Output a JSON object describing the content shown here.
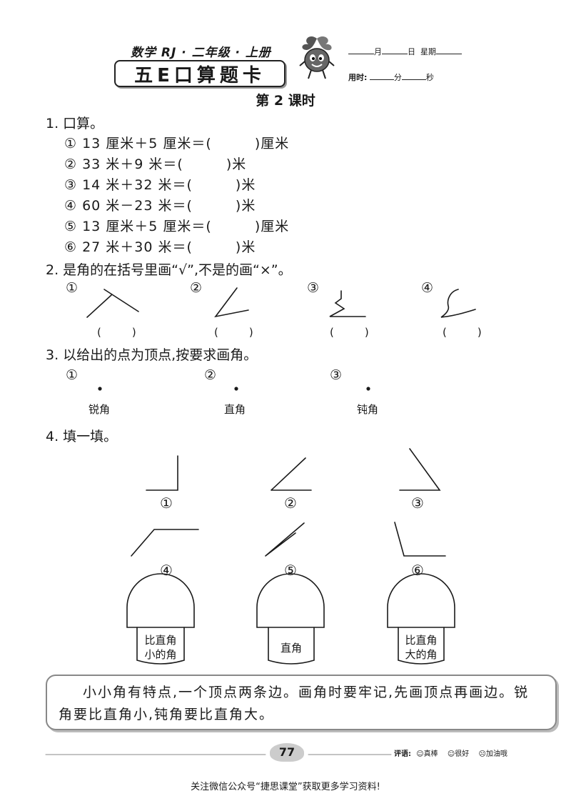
{
  "header": {
    "subtitle": "数学 RJ · 二年级 · 上册",
    "card_title": "五E口算题卡",
    "date_month": "月",
    "date_day": "日",
    "date_week": "星期",
    "time_label": "用时:",
    "time_min": "分",
    "time_sec": "秒"
  },
  "lesson_title": "第 2 课时",
  "q1": {
    "title": "1. 口算。",
    "items": [
      "① 13 厘米＋5 厘米＝(　　　)厘米",
      "② 33 米＋9 米＝(　　　)米",
      "③ 14 米＋32 米＝(　　　)米",
      "④ 60 米－23 米＝(　　　)米",
      "⑤ 13 厘米＋5 厘米＝(　　　)厘米",
      "⑥ 27 米＋30 米＝(　　　)米"
    ]
  },
  "q2": {
    "title": "2. 是角的在括号里画“√”,不是的画“×”。",
    "numbers": [
      "①",
      "②",
      "③",
      "④"
    ],
    "paren": "(　)"
  },
  "q3": {
    "title": "3. 以给出的点为顶点,按要求画角。",
    "numbers": [
      "①",
      "②",
      "③"
    ],
    "labels": [
      "锐角",
      "直角",
      "钝角"
    ]
  },
  "q4": {
    "title": "4. 填一填。",
    "numbers": [
      "①",
      "②",
      "③",
      "④",
      "⑤",
      "⑥"
    ],
    "houses": [
      "比直角\n小的角",
      "直角",
      "比直角\n大的角"
    ]
  },
  "tip": "小小角有特点,一个顶点两条边。画角时要牢记,先画顶点再画边。锐角要比直角小,钝角要比直角大。",
  "page_number": "77",
  "evaluation": {
    "label": "评语:",
    "options": [
      "真棒",
      "很好",
      "加油哦"
    ]
  },
  "footer": "关注微信公众号“捷思课堂”获取更多学习资料!",
  "colors": {
    "ink": "#1a1a1a",
    "rule": "#888888",
    "badge": "#cccccc"
  }
}
